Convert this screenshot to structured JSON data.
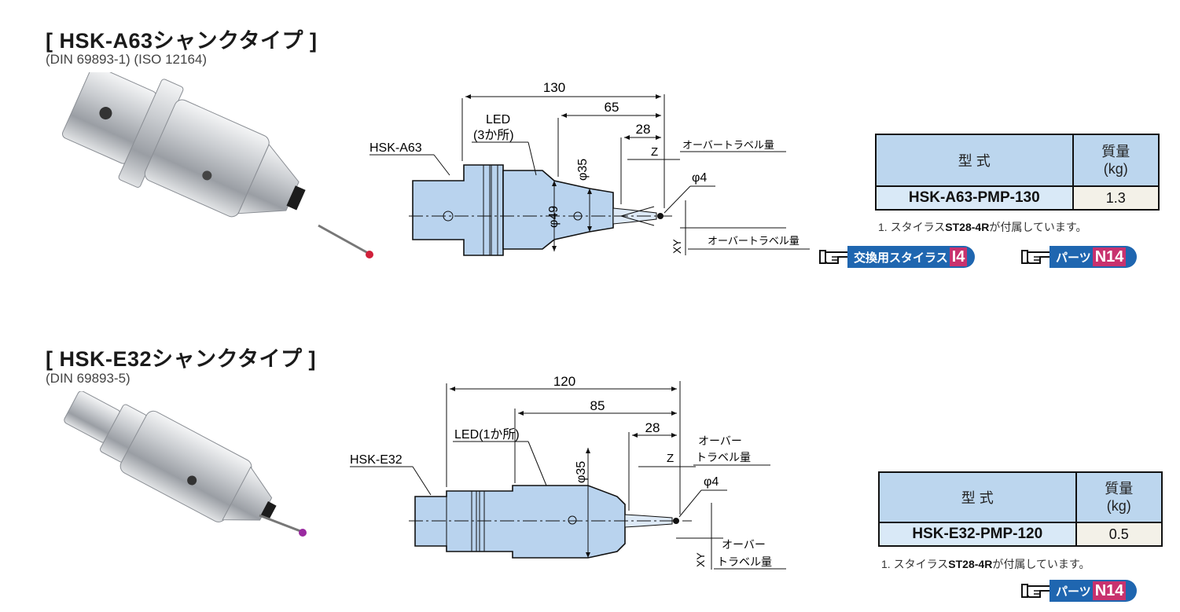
{
  "sections": [
    {
      "title": "[ HSK-A63シャンクタイプ ]",
      "standards": "(DIN 69893-1) (ISO 12164)",
      "drawing": {
        "shank_label": "HSK-A63",
        "led_label_line1": "LED",
        "led_label_line2": "(3か所)",
        "dim_total": "130",
        "dim_mid": "65",
        "dim_tip": "28",
        "dia_body": "φ35",
        "dia_flange": "φ49",
        "dia_ball": "φ4",
        "z_label": "Z",
        "xy_label": "XY",
        "overtravel_z": "オーバートラベル量",
        "overtravel_xy": "オーバートラベル量"
      },
      "table": {
        "col_model": "型 式",
        "col_mass_line1": "質量",
        "col_mass_line2": "(kg)",
        "model": "HSK-A63-PMP-130",
        "mass": "1.3"
      },
      "note_prefix": "1. スタイラス",
      "note_bold": "ST28-4R",
      "note_suffix": "が付属しています。",
      "refs": [
        {
          "label": "交換用スタイラス",
          "code": "I4"
        },
        {
          "label": "パーツ",
          "code": "N14"
        }
      ]
    },
    {
      "title": "[ HSK-E32シャンクタイプ ]",
      "standards": "(DIN 69893-5)",
      "drawing": {
        "shank_label": "HSK-E32",
        "led_label": "LED(1か所)",
        "dim_total": "120",
        "dim_mid": "85",
        "dim_tip": "28",
        "dia_body": "φ35",
        "dia_ball": "φ4",
        "z_label": "Z",
        "xy_label": "XY",
        "overtravel_z_line1": "オーバー",
        "overtravel_z_line2": "トラベル量",
        "overtravel_xy_line1": "オーバー",
        "overtravel_xy_line2": "トラベル量"
      },
      "table": {
        "col_model": "型 式",
        "col_mass_line1": "質量",
        "col_mass_line2": "(kg)",
        "model": "HSK-E32-PMP-120",
        "mass": "0.5"
      },
      "note_prefix": "1. スタイラス",
      "note_bold": "ST28-4R",
      "note_suffix": "が付属しています。",
      "refs": [
        {
          "label": "パーツ",
          "code": "N14"
        }
      ]
    }
  ],
  "colors": {
    "drawing_fill": "#b9d3ee",
    "header_fill": "#bcd6ee",
    "model_fill": "#d9e9f7",
    "mass_fill": "#f3f1e8",
    "ref_pill": "#1f66b0",
    "ref_code": "#c8326e",
    "ruby": "#d0203a",
    "ruby_purple": "#9a2aa0"
  }
}
